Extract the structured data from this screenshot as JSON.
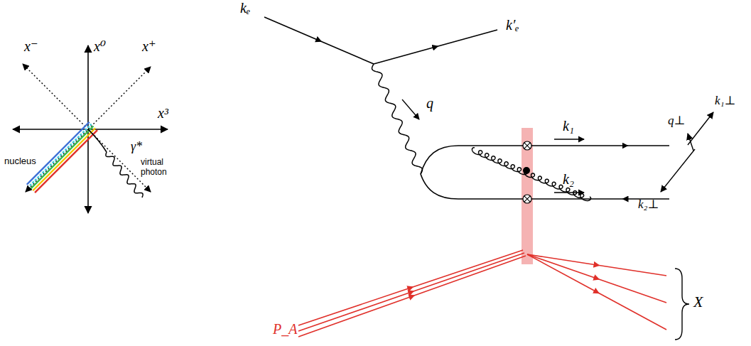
{
  "diagram": {
    "nodes": [
      {
        "text": [
          "x⁻",
          "x⁰",
          "x⁺",
          "x³",
          "nucleus",
          "γ*",
          "virtual photon"
        ]
      },
      {
        "text": [
          "q⊥",
          "k₁⊥",
          "k₂⊥"
        ]
      }
    ],
    "labels": [
      "kₑ",
      "k′ₑ",
      "q",
      "k₁",
      "k₂",
      "P_A",
      "X"
    ]
  }
}
